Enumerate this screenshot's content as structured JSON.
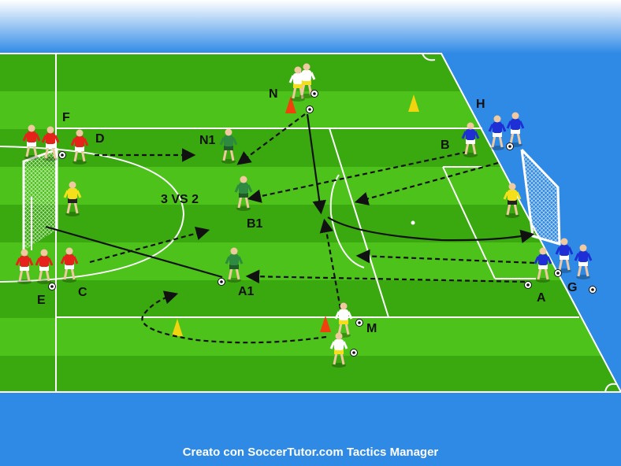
{
  "colors": {
    "sky_top": "#ffffff",
    "sky_bottom": "#2f8ae6",
    "pitch_light": "#4cc21a",
    "pitch_dark": "#3aa80f",
    "line": "#ffffff",
    "red_team": "#e5231b",
    "blue_team": "#1e2fd6",
    "green_team": "#2d8a40",
    "white_team": "#ffffff",
    "keeper": "#f4e01a",
    "cone_red": "#f0400d",
    "cone_yellow": "#f1d40f",
    "arrow": "#111111"
  },
  "labels": {
    "F": "F",
    "D": "D",
    "E": "E",
    "C": "C",
    "N": "N",
    "N1": "N1",
    "B1": "B1",
    "A1": "A1",
    "M": "M",
    "H": "H",
    "B": "B",
    "A": "A",
    "G": "G",
    "vs": "3 VS 2"
  },
  "credit": "Creato con SoccerTutor.com Tactics Manager"
}
